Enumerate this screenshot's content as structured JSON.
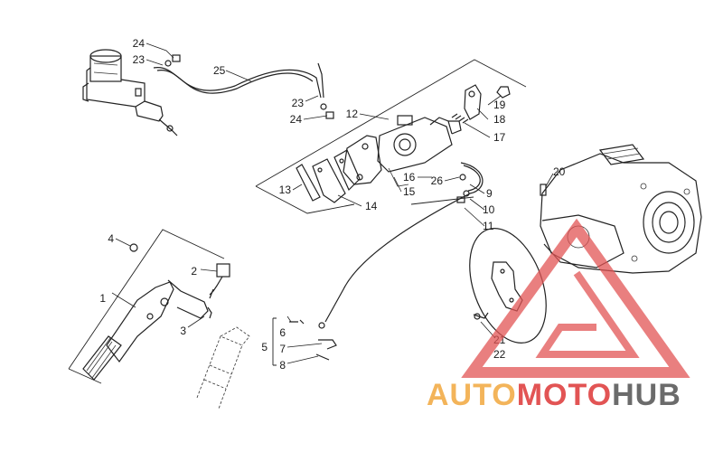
{
  "callouts": {
    "c1": "1",
    "c2": "2",
    "c3": "3",
    "c4": "4",
    "c5": "5",
    "c6": "6",
    "c7": "7",
    "c8": "8",
    "c9": "9",
    "c10": "10",
    "c11": "11",
    "c12": "12",
    "c13": "13",
    "c14": "14",
    "c15": "15",
    "c16": "16",
    "c17": "17",
    "c18": "18",
    "c19": "19",
    "c20": "20",
    "c21": "21",
    "c22": "22",
    "c23a": "23",
    "c23b": "23",
    "c24a": "24",
    "c24b": "24",
    "c25": "25",
    "c26": "26"
  },
  "watermark": {
    "part1": "AUTO",
    "part2": "MOTO",
    "part3": "HUB",
    "colors": {
      "auto": "#f3b45a",
      "moto": "#e25454",
      "hub": "#6b6b6b",
      "triangle": "#e25454"
    }
  }
}
